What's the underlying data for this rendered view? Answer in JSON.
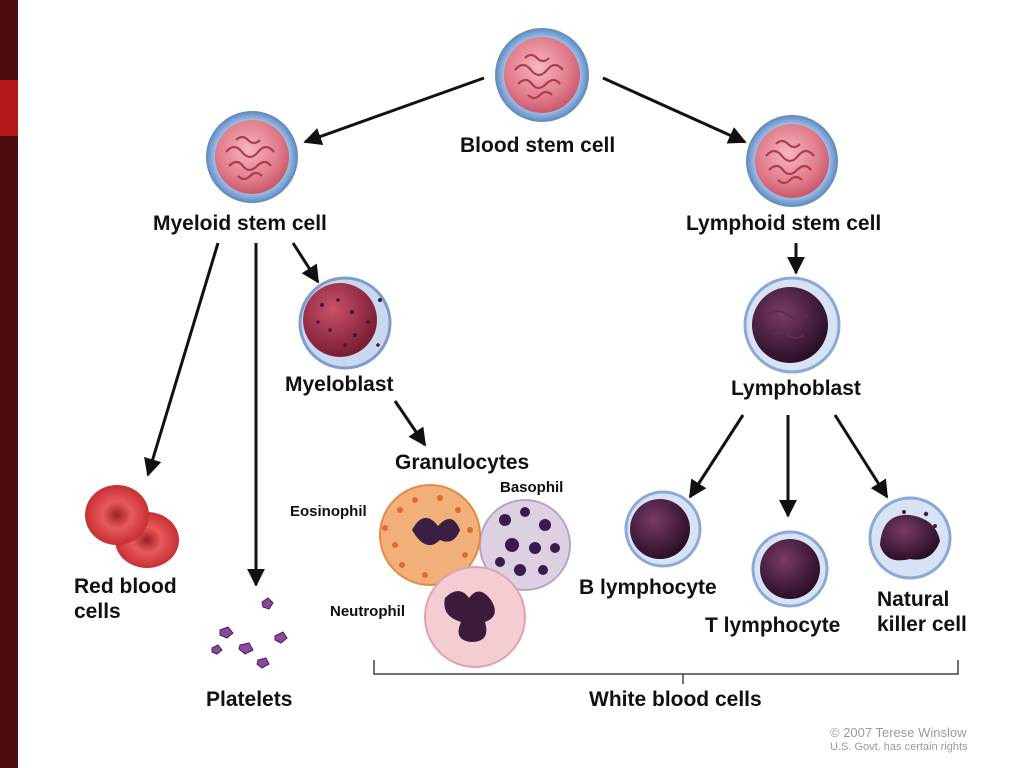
{
  "labels": {
    "blood_stem_cell": "Blood stem cell",
    "myeloid_stem_cell": "Myeloid stem cell",
    "lymphoid_stem_cell": "Lymphoid stem cell",
    "myeloblast": "Myeloblast",
    "lymphoblast": "Lymphoblast",
    "granulocytes": "Granulocytes",
    "eosinophil": "Eosinophil",
    "basophil": "Basophil",
    "neutrophil": "Neutrophil",
    "red_blood_cells_line1": "Red blood",
    "red_blood_cells_line2": "cells",
    "platelets": "Platelets",
    "b_lymphocyte": "B lymphocyte",
    "t_lymphocyte": "T lymphocyte",
    "natural_killer_line1": "Natural",
    "natural_killer_line2": "killer cell",
    "white_blood_cells": "White blood cells"
  },
  "credit": {
    "line1": "© 2007 Terese Winslow",
    "line2": "U.S. Govt. has certain rights"
  },
  "colors": {
    "sidebar": "#4a0c0c",
    "sidebar_accent": "#b21818",
    "arrow": "#111111",
    "stem_membrane": "#6f9bd1",
    "stem_cytoplasm": "#e07b8a",
    "myeloblast_nucleus": "#9b2e45",
    "lymph_nucleus": "#4a1e3e",
    "red_cell": "#d83a3a",
    "eosinophil_granules": "#e67a3a",
    "basophil_granules": "#3b1a4e",
    "neutrophil_cytoplasm": "#f4c8cc",
    "platelet": "#7e3e8f"
  }
}
